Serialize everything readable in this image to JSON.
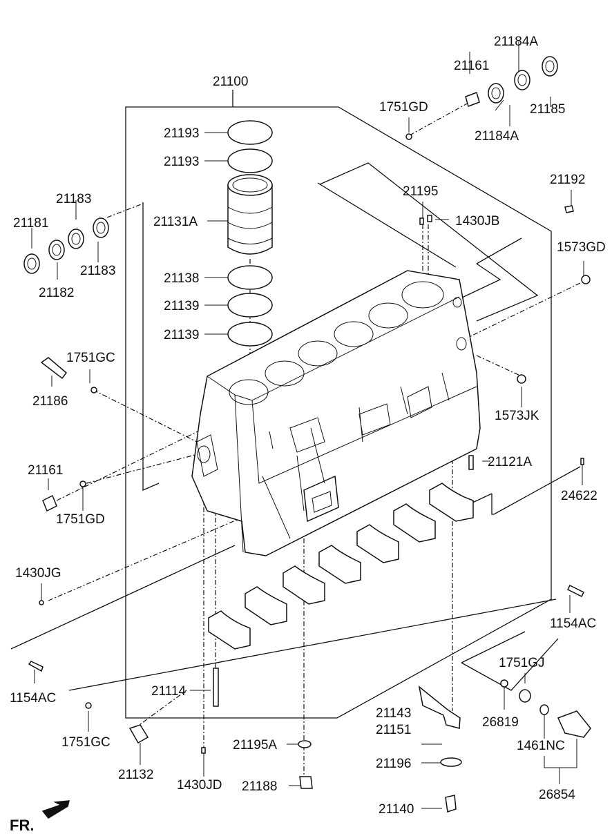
{
  "diagram": {
    "direction_label": "FR.",
    "part_numbers": [
      "21100",
      "21184A",
      "21161",
      "1751GD",
      "21185",
      "21184A",
      "21193",
      "21193",
      "21195",
      "1430JB",
      "21192",
      "21183",
      "21181",
      "21131A",
      "1573GD",
      "21183",
      "21182",
      "21138",
      "21139",
      "21139",
      "1751GC",
      "21186",
      "1573JK",
      "21161",
      "21121A",
      "24622",
      "1751GD",
      "1430JG",
      "1154AC",
      "1154AC",
      "1751GJ",
      "21114",
      "26819",
      "21143",
      "21151",
      "1751GC",
      "21195A",
      "1461NC",
      "21132",
      "21196",
      "1430JD",
      "21188",
      "26854",
      "21140"
    ]
  }
}
